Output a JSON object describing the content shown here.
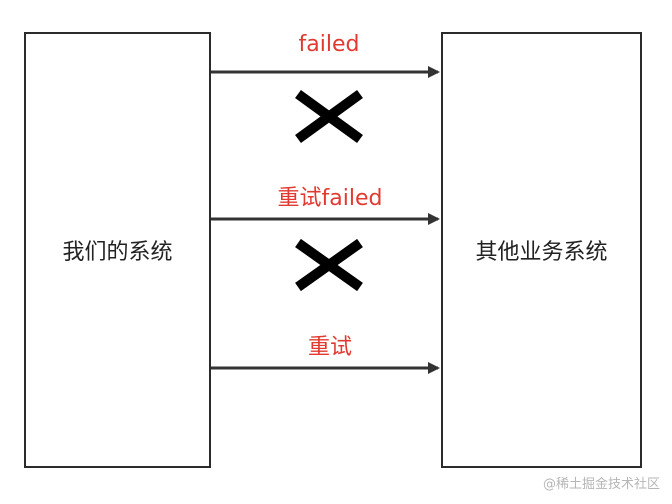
{
  "nodes": {
    "left": {
      "label": "我们的系统"
    },
    "right": {
      "label": "其他业务系统"
    }
  },
  "arrows": [
    {
      "label": "failed",
      "status": "failed"
    },
    {
      "label": "重试failed",
      "status": "failed"
    },
    {
      "label": "重试",
      "status": "ok"
    }
  ],
  "colors": {
    "line": "#333333",
    "label": "#e03a31",
    "cross": "#000000"
  },
  "watermark": "@稀土掘金技术社区"
}
